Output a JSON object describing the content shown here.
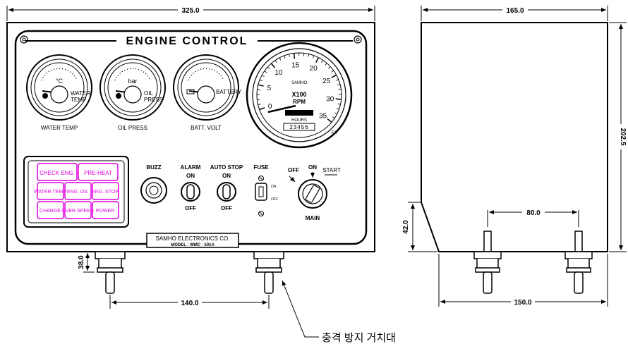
{
  "title": "ENGINE CONTROL",
  "dimensions": {
    "front_width": "325.0",
    "side_width": "165.0",
    "height": "202.5",
    "mount_height": "42.0",
    "mount_spacing_side": "80.0",
    "side_base": "150.0",
    "mount_spacing_front": "140.0",
    "mount_depth": "38.0"
  },
  "gauges": [
    {
      "name": "WATER TEMP",
      "unit": "°C",
      "sub": "WATER\nTEMP"
    },
    {
      "name": "OIL PRESS",
      "unit": "bar",
      "sub": "OIL\nPRESS"
    },
    {
      "name": "BATT. VOLT",
      "unit": "",
      "sub": "BATTERY"
    }
  ],
  "tachometer": {
    "brand": "SAMHO",
    "unit_line1": "X100",
    "unit_line2": "RPM",
    "hours_label": "HOURS",
    "hours_value": "23456",
    "scale": [
      "0",
      "5",
      "10",
      "15",
      "20",
      "25",
      "30",
      "35"
    ],
    "corner": "FA"
  },
  "indicators": {
    "row1": [
      "CHECK ENG.",
      "PRE-HEAT"
    ],
    "row2": [
      "WATER TEMP",
      "ENG. OIL",
      "ENG. STOP"
    ],
    "row3": [
      "CHARGE",
      "OVER SPEED",
      "POWER"
    ]
  },
  "controls": {
    "buzz": "BUZZ",
    "alarm": "ALARM",
    "auto_stop": "AUTO STOP",
    "fuse": "FUSE",
    "on": "ON",
    "off": "OFF",
    "start": "START",
    "main": "MAIN"
  },
  "nameplate": {
    "line1": "SAMHO ELECTRONICS CO.",
    "line2": "MODEL : WMC - 501A"
  },
  "annotation": "충격 방지 거치대"
}
